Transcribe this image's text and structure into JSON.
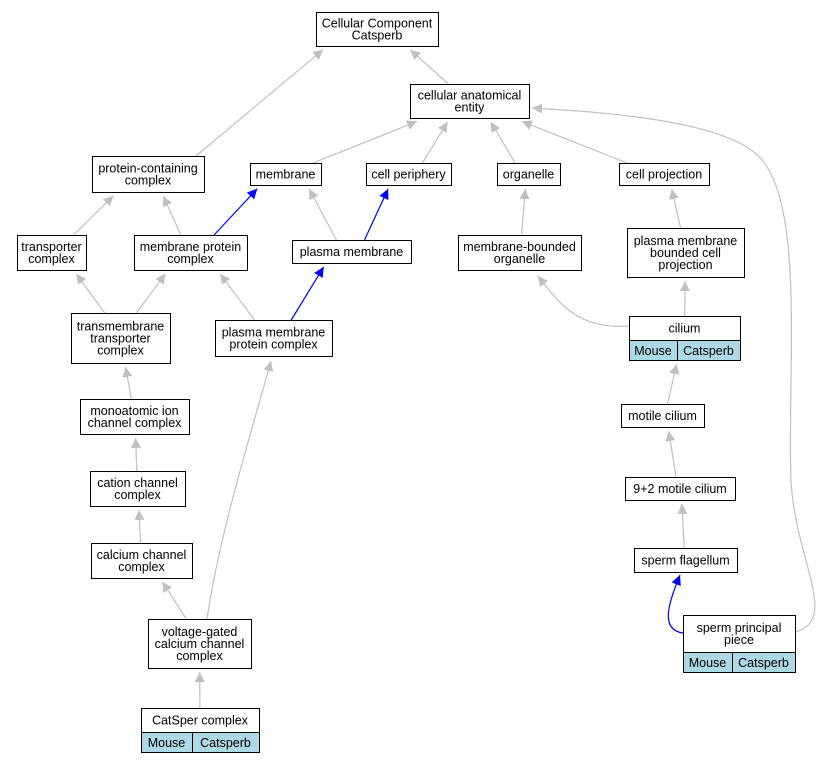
{
  "colors": {
    "edge_default": "#c0c0c0",
    "edge_highlight": "#0000ff",
    "cell_fill": "#add8e6"
  },
  "nodes": {
    "root": {
      "lines": [
        "Cellular Component",
        "Catsperb"
      ]
    },
    "cae": {
      "lines": [
        "cellular anatomical",
        "entity"
      ]
    },
    "pcc": {
      "lines": [
        "protein-containing",
        "complex"
      ]
    },
    "membrane": {
      "lines": [
        "membrane"
      ]
    },
    "cellper": {
      "lines": [
        "cell periphery"
      ]
    },
    "organelle": {
      "lines": [
        "organelle"
      ]
    },
    "cellproj": {
      "lines": [
        "cell projection"
      ]
    },
    "transporter": {
      "lines": [
        "transporter",
        "complex"
      ]
    },
    "mpc": {
      "lines": [
        "membrane protein",
        "complex"
      ]
    },
    "pm": {
      "lines": [
        "plasma membrane"
      ]
    },
    "mbo": {
      "lines": [
        "membrane-bounded",
        "organelle"
      ]
    },
    "pmbcp": {
      "lines": [
        "plasma membrane",
        "bounded cell",
        "projection"
      ]
    },
    "ttc": {
      "lines": [
        "transmembrane",
        "transporter",
        "complex"
      ]
    },
    "pmpc": {
      "lines": [
        "plasma membrane",
        "protein complex"
      ]
    },
    "cilium": {
      "lines": [
        "cilium"
      ],
      "cells": [
        "Mouse",
        "Catsperb"
      ]
    },
    "maicc": {
      "lines": [
        "monoatomic ion",
        "channel complex"
      ]
    },
    "motile": {
      "lines": [
        "motile cilium"
      ]
    },
    "cationcc": {
      "lines": [
        "cation channel",
        "complex"
      ]
    },
    "nine2": {
      "lines": [
        "9+2 motile cilium"
      ]
    },
    "calciumcc": {
      "lines": [
        "calcium channel",
        "complex"
      ]
    },
    "spermflag": {
      "lines": [
        "sperm flagellum"
      ]
    },
    "vgcc": {
      "lines": [
        "voltage-gated",
        "calcium channel",
        "complex"
      ]
    },
    "spp": {
      "lines": [
        "sperm principal",
        "piece"
      ],
      "cells": [
        "Mouse",
        "Catsperb"
      ]
    },
    "catsper": {
      "lines": [
        "CatSper complex"
      ],
      "cells": [
        "Mouse",
        "Catsperb"
      ]
    }
  },
  "edges": [
    {
      "from": "cae",
      "to": "root",
      "color": "gray"
    },
    {
      "from": "pcc",
      "to": "root",
      "color": "gray"
    },
    {
      "from": "membrane",
      "to": "cae",
      "color": "gray"
    },
    {
      "from": "cellper",
      "to": "cae",
      "color": "gray"
    },
    {
      "from": "organelle",
      "to": "cae",
      "color": "gray"
    },
    {
      "from": "cellproj",
      "to": "cae",
      "color": "gray"
    },
    {
      "from": "spp",
      "to": "cae",
      "color": "gray"
    },
    {
      "from": "transporter",
      "to": "pcc",
      "color": "gray"
    },
    {
      "from": "mpc",
      "to": "pcc",
      "color": "gray"
    },
    {
      "from": "mpc",
      "to": "membrane",
      "color": "blue"
    },
    {
      "from": "pm",
      "to": "membrane",
      "color": "gray"
    },
    {
      "from": "pm",
      "to": "cellper",
      "color": "blue"
    },
    {
      "from": "mbo",
      "to": "organelle",
      "color": "gray"
    },
    {
      "from": "pmbcp",
      "to": "cellproj",
      "color": "gray"
    },
    {
      "from": "ttc",
      "to": "transporter",
      "color": "gray"
    },
    {
      "from": "ttc",
      "to": "mpc",
      "color": "gray"
    },
    {
      "from": "pmpc",
      "to": "mpc",
      "color": "gray"
    },
    {
      "from": "pmpc",
      "to": "pm",
      "color": "blue"
    },
    {
      "from": "cilium",
      "to": "mbo",
      "color": "gray"
    },
    {
      "from": "cilium",
      "to": "pmbcp",
      "color": "gray"
    },
    {
      "from": "maicc",
      "to": "ttc",
      "color": "gray"
    },
    {
      "from": "motile",
      "to": "cilium",
      "color": "gray"
    },
    {
      "from": "cationcc",
      "to": "maicc",
      "color": "gray"
    },
    {
      "from": "nine2",
      "to": "motile",
      "color": "gray"
    },
    {
      "from": "calciumcc",
      "to": "cationcc",
      "color": "gray"
    },
    {
      "from": "spermflag",
      "to": "nine2",
      "color": "gray"
    },
    {
      "from": "vgcc",
      "to": "calciumcc",
      "color": "gray"
    },
    {
      "from": "vgcc",
      "to": "pmpc",
      "color": "gray"
    },
    {
      "from": "spp",
      "to": "spermflag",
      "color": "blue"
    },
    {
      "from": "catsper",
      "to": "vgcc",
      "color": "gray"
    }
  ]
}
